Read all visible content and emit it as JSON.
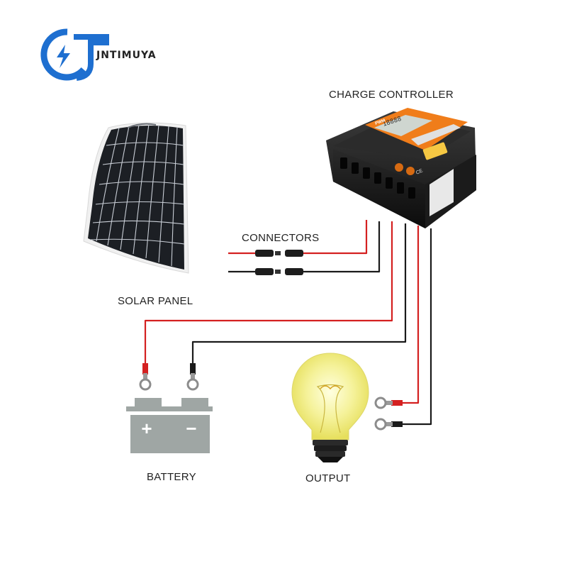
{
  "brand": {
    "name": "JNTIMUYA",
    "color": "#1e6fd0"
  },
  "labels": {
    "charge_controller": "CHARGE CONTROLLER",
    "connectors": "CONNECTORS",
    "solar_panel": "SOLAR PANEL",
    "battery": "BATTERY",
    "output": "OUTPUT"
  },
  "controller": {
    "lcd_text": "18888",
    "badge": "PWM",
    "mark": "CE"
  },
  "battery_terminals": {
    "positive": "+",
    "negative": "−"
  },
  "colors": {
    "positive_wire": "#d42020",
    "negative_wire": "#1a1a1a",
    "controller_accent": "#f07d1a",
    "battery_body": "#9fa6a4",
    "bulb_glow": "#f2f07a"
  },
  "icons": [
    "logo-icon",
    "solar-panel-icon",
    "charge-controller-icon",
    "connector-icon",
    "battery-icon",
    "light-bulb-icon",
    "ring-terminal-icon"
  ]
}
